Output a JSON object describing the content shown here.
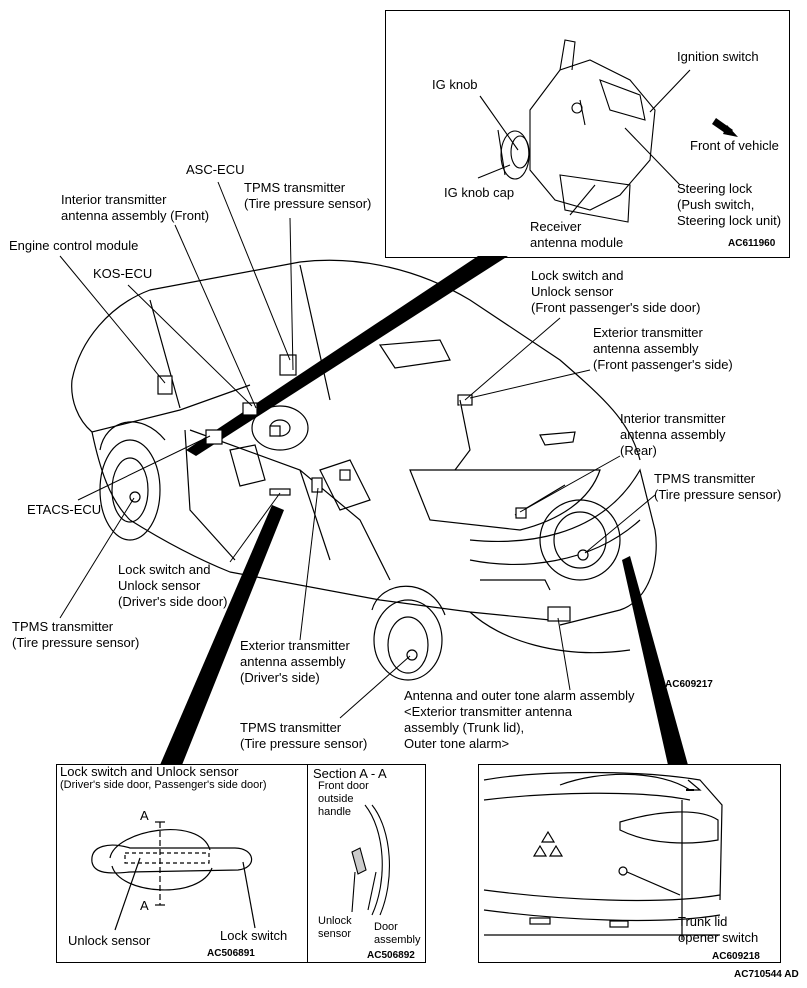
{
  "labels": {
    "ignition_switch": "Ignition switch",
    "ig_knob": "IG knob",
    "front_of_vehicle": "Front of vehicle",
    "ig_knob_cap": "IG knob cap",
    "steering_lock": "Steering lock\n(Push switch,\nSteering lock unit)",
    "receiver_antenna": "Receiver\nantenna module",
    "code_top": "AC611960",
    "asc_ecu": "ASC-ECU",
    "tpms_top": "TPMS transmitter\n(Tire pressure sensor)",
    "interior_front": "Interior transmitter\nantenna assembly (Front)",
    "engine_control": "Engine control module",
    "kos_ecu": "KOS-ECU",
    "lock_switch_passenger": "Lock switch and\nUnlock sensor\n(Front passenger's side door)",
    "exterior_passenger": "Exterior transmitter\nantenna assembly\n(Front passenger's side)",
    "interior_rear": "Interior transmitter\nantenna assembly\n(Rear)",
    "tpms_rear": "TPMS transmitter\n(Tire pressure sensor)",
    "etacs_ecu": "ETACS-ECU",
    "lock_switch_driver": "Lock switch and\nUnlock sensor\n(Driver's side door)",
    "tpms_left": "TPMS transmitter\n(Tire pressure sensor)",
    "exterior_driver": "Exterior transmitter\nantenna assembly\n(Driver's side)",
    "code_main": "AC609217",
    "antenna_alarm": "Antenna and outer tone alarm assembly\n<Exterior transmitter antenna\nassembly (Trunk lid),\nOuter tone alarm>",
    "tpms_bottom": "TPMS transmitter\n(Tire pressure sensor)"
  },
  "inset_left": {
    "title": "Lock switch and Unlock sensor",
    "subtitle": "(Driver's side door, Passenger's side door)",
    "section_mark_top": "A",
    "section_mark_bottom": "A",
    "unlock_sensor": "Unlock sensor",
    "lock_switch": "Lock switch",
    "code": "AC506891"
  },
  "inset_section": {
    "title": "Section A - A",
    "handle": "Front door\noutside\nhandle",
    "unlock_sensor": "Unlock\nsensor",
    "door_assembly": "Door\nassembly",
    "code": "AC506892"
  },
  "inset_right": {
    "trunk_switch": "Trunk lid\nopener switch",
    "code": "AC609218"
  },
  "figure_code": "AC710544 AD"
}
